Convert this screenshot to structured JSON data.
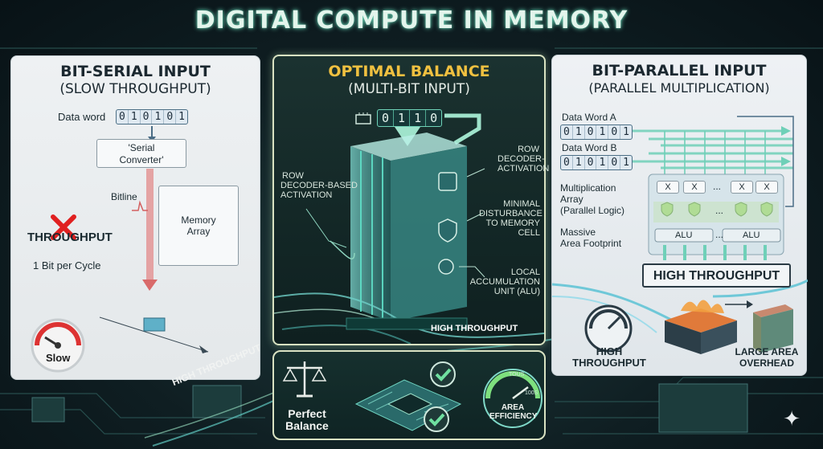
{
  "title": "DIGITAL COMPUTE IN MEMORY",
  "left": {
    "title": "BIT-SERIAL INPUT",
    "subtitle": "(SLOW THROUGHPUT)",
    "data_word_label": "Data word",
    "bits": [
      "0",
      "1",
      "0",
      "1",
      "0",
      "1"
    ],
    "serial_converter_line1": "'Serial",
    "serial_converter_line2": "Converter'",
    "bitline_label": "Bitline",
    "memory_array_line1": "Memory",
    "memory_array_line2": "Array",
    "throughput_label": "THROUGHPUT",
    "rate_label": "1 Bit per Cycle",
    "gauge_label": "Slow"
  },
  "center": {
    "title": "OPTIMAL BALANCE",
    "subtitle": "(MULTI-BIT INPUT)",
    "bits": [
      "0",
      "1",
      "1",
      "0"
    ],
    "row_decoder_left_line1": "ROW",
    "row_decoder_left_line2": "DECODER-BASED",
    "row_decoder_left_line3": "ACTIVATION",
    "row_decoder_right_line1": "ROW",
    "row_decoder_right_line2": "DECODER-",
    "row_decoder_right_line3": "ACTIVATION",
    "minimal_line1": "MINIMAL",
    "minimal_line2": "DISTURBANCE",
    "minimal_line3": "TO MEMORY",
    "minimal_line4": "CELL",
    "local_line1": "LOCAL",
    "local_line2": "ACCUMULATION",
    "local_line3": "UNIT (ALU)",
    "high_throughput": "HIGH THROUGHPUT"
  },
  "bottom": {
    "balance_line1": "Perfect",
    "balance_line2": "Balance",
    "gauge_top": "TOUS",
    "gauge_side": "100S",
    "area_line1": "AREA",
    "area_line2": "EFFICIENCY"
  },
  "right": {
    "title": "BIT-PARALLEL INPUT",
    "subtitle": "(PARALLEL MULTIPLICATION)",
    "word_a_label": "Data Word A",
    "word_b_label": "Data Word B",
    "bits_a": [
      "0",
      "1",
      "0",
      "1",
      "0",
      "1"
    ],
    "bits_b": [
      "0",
      "1",
      "0",
      "1",
      "0",
      "1"
    ],
    "mult_line1": "Multiplication",
    "mult_line2": "Array",
    "mult_line3": "(Parallel Logic)",
    "massive_line1": "Massive",
    "massive_line2": "Area Footprint",
    "mult_cell": "X",
    "dots": "...",
    "alu": "ALU",
    "high_throughput": "HIGH THROUGHPUT",
    "high_line1": "HIGH",
    "high_line2": "THROUGHPUT",
    "large_line1": "LARGE AREA",
    "large_line2": "OVERHEAD"
  },
  "diagonal_text": "HIGH THROUGHPUT",
  "colors": {
    "accent": "#8fe0c0",
    "cross": "#e02020",
    "arrow_red": "#e07070",
    "title_gold": "#f0c040"
  }
}
